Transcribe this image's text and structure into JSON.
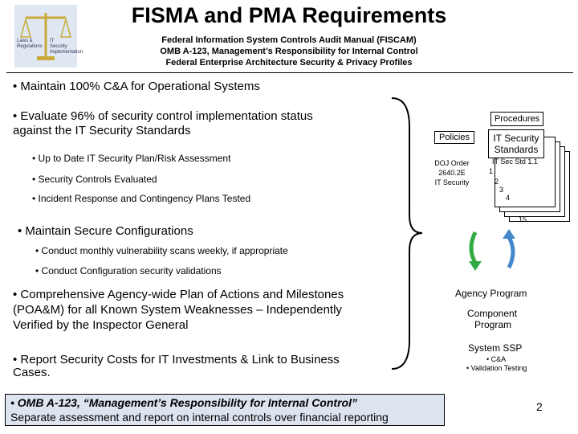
{
  "header": {
    "title": "FISMA and PMA Requirements",
    "lines": [
      "Federal Information System Controls Audit Manual (FISCAM)",
      "OMB A-123, Management’s Responsibility for Internal Control",
      "Federal Enterprise Architecture Security & Privacy Profiles"
    ]
  },
  "logo": {
    "left_lines": [
      "Laws &",
      "Regulations"
    ],
    "right_lines": [
      "IT",
      "Security",
      "Implementation"
    ]
  },
  "bullets": {
    "b1": "• Maintain 100% C&A for Operational Systems",
    "b2_line1": "• Evaluate 96% of security control implementation status",
    "b2_line2": "against the IT Security Standards",
    "sub1": "• Up to Date IT Security Plan/Risk Assessment",
    "sub2": "• Security Controls Evaluated",
    "sub3": "• Incident Response and Contingency Plans Tested",
    "b3": "• Maintain Secure Configurations",
    "sub4": "• Conduct monthly vulnerability scans weekly, if appropriate",
    "sub5": "• Conduct Configuration security validations",
    "b4_line1": "• Comprehensive Agency-wide Plan of Actions and Milestones",
    "b4_line2": "(POA&M) for all Known System Weaknesses – Independently",
    "b4_line3": "Verified by the Inspector General",
    "b5_line1": "• Report Security Costs for IT Investments & Link to Business",
    "b5_line2": "Cases."
  },
  "diagram": {
    "procedures": "Procedures",
    "policies": "Policies",
    "doj_line1": "DOJ Order",
    "doj_line2": "2640.2E",
    "doj_line3": "IT Security",
    "it_std_line1": "IT Security",
    "it_std_line2": "Standards",
    "it_sec_std": "IT Sec Std 1.1",
    "n1": "1",
    "n2": "2",
    "n3": "3",
    "n4": "4",
    "n5": "15",
    "agency_program": "Agency Program",
    "component_line1": "Component",
    "component_line2": "Program",
    "system_ssp": "System SSP",
    "ca": "• C&A",
    "validation": "• Validation Testing"
  },
  "footer": {
    "line1": "• OMB A-123, “Management’s Responsibility for Internal Control”",
    "line2": "Separate assessment and report on internal controls over financial reporting"
  },
  "page_number": "2",
  "colors": {
    "footer_bg": "#dde4ef",
    "arrow_green": "#33aa44",
    "arrow_blue": "#4488cc"
  }
}
